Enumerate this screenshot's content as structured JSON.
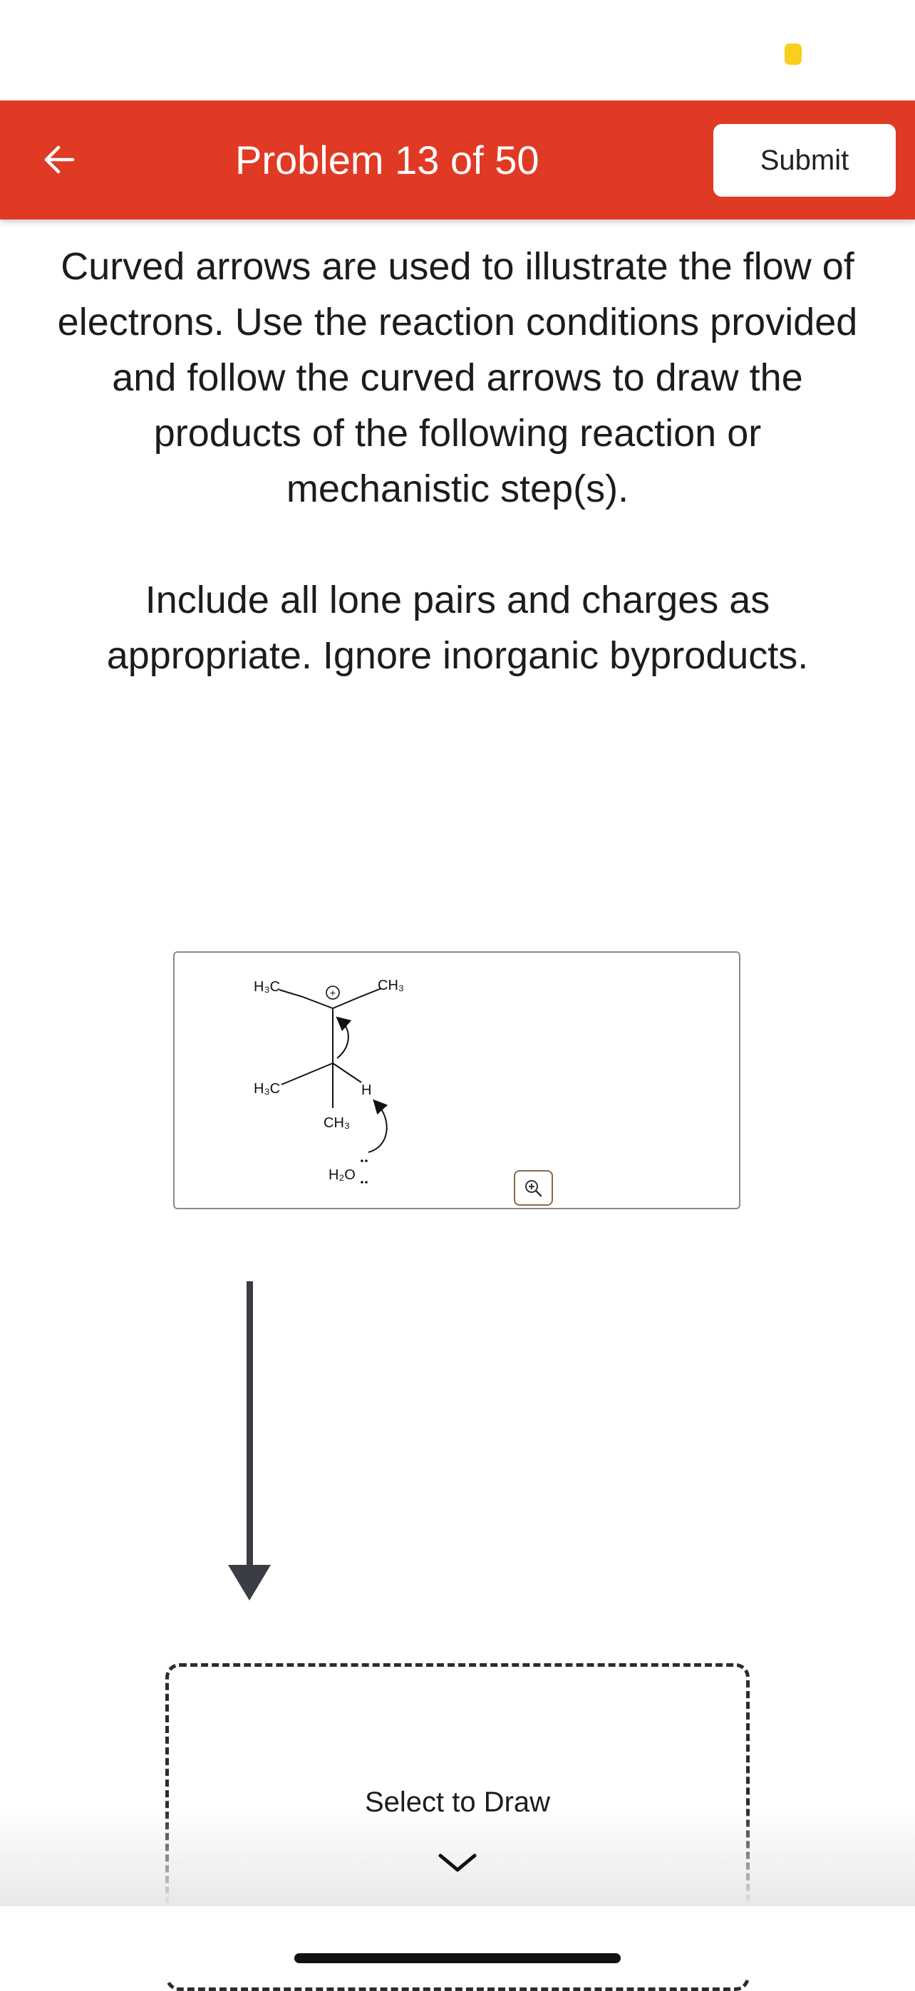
{
  "header": {
    "title": "Problem 13 of 50",
    "submit_label": "Submit",
    "back_icon": "arrow-left-icon"
  },
  "instructions": {
    "paragraph1": "Curved arrows are used to illustrate the flow of electrons. Use the reaction conditions provided and follow the curved arrows to draw the products of the following reaction or mechanistic step(s).",
    "paragraph2": "Include all lone pairs and charges as appropriate. Ignore inorganic byproducts."
  },
  "molecule": {
    "top_left_group": "H₃C",
    "top_right_group": "CH₃",
    "bottom_left_group": "H₃C",
    "bottom_methyl": "CH₃",
    "hydrogen": "H",
    "water": "H₂O",
    "charge": "+"
  },
  "draw_area": {
    "label": "Select to Draw"
  },
  "colors": {
    "header_red": "#e03a24",
    "status_yellow": "#f7cf1c",
    "arrow_dark": "#3a3d44"
  }
}
